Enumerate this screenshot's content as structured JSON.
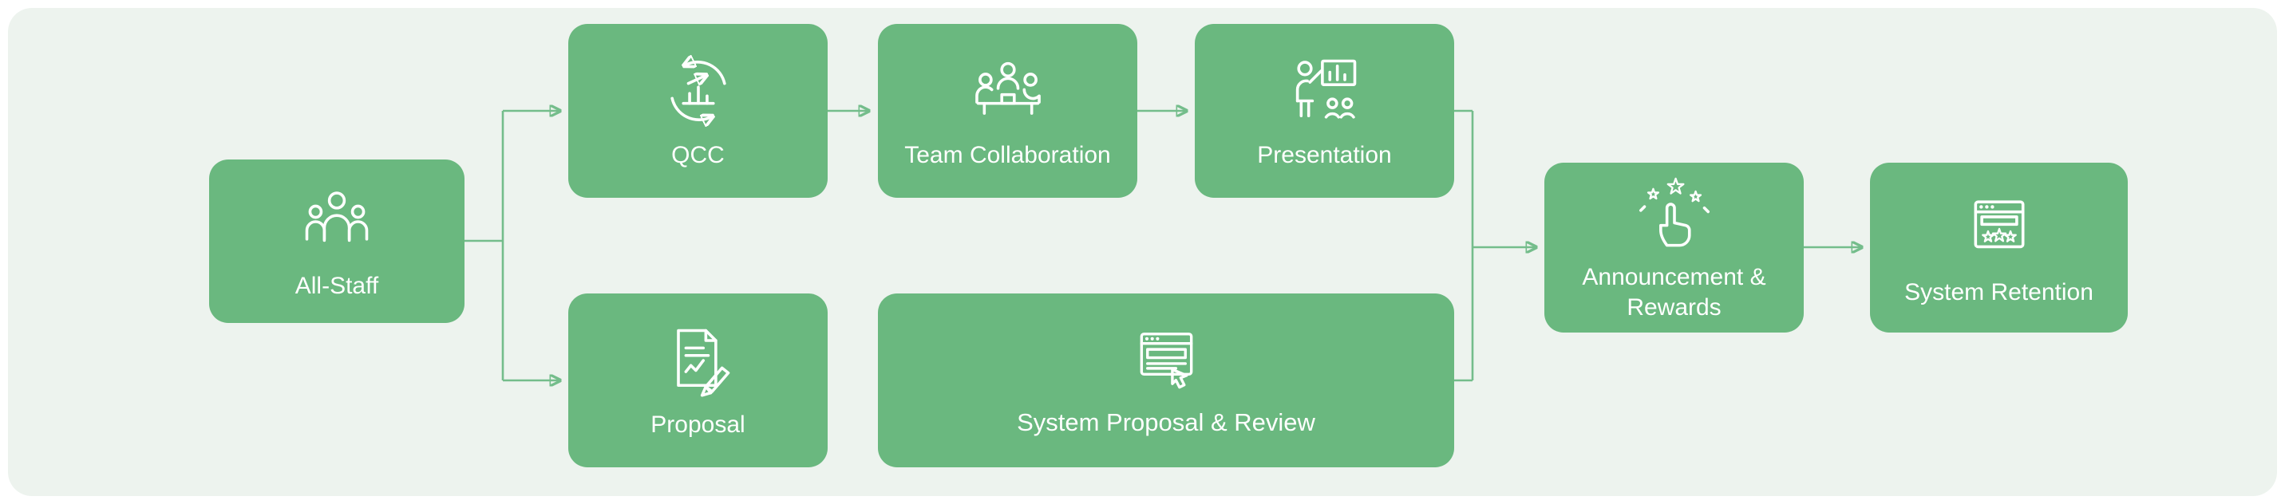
{
  "theme": {
    "canvas_bg": "#ffffff",
    "panel_bg": "#edf3ee",
    "node_color": "#6ab87f",
    "line_color": "#74bd8b",
    "text_color": "#ffffff"
  },
  "diagram": {
    "nodes": {
      "all_staff": {
        "label": "All-Staff",
        "icon": "people-group-icon"
      },
      "qcc": {
        "label": "QCC",
        "icon": "cycle-chart-icon"
      },
      "team_collab": {
        "label": "Team Collaboration",
        "icon": "meeting-table-icon"
      },
      "presentation": {
        "label": "Presentation",
        "icon": "presenter-board-icon"
      },
      "proposal": {
        "label": "Proposal",
        "icon": "document-pencil-icon"
      },
      "system_proposal_review": {
        "label": "System Proposal & Review",
        "icon": "browser-cursor-icon"
      },
      "announcement_rewards": {
        "label": "Announcement & Rewards",
        "icon": "hand-stars-icon"
      },
      "system_retention": {
        "label": "System Retention",
        "icon": "browser-stars-icon"
      }
    },
    "edges": [
      {
        "from": "All-Staff",
        "to": "QCC"
      },
      {
        "from": "All-Staff",
        "to": "Proposal"
      },
      {
        "from": "QCC",
        "to": "Team Collaboration"
      },
      {
        "from": "Team Collaboration",
        "to": "Presentation"
      },
      {
        "from": "Presentation",
        "to": "Announcement & Rewards"
      },
      {
        "from": "Proposal",
        "to": "System Proposal & Review"
      },
      {
        "from": "System Proposal & Review",
        "to": "Announcement & Rewards"
      },
      {
        "from": "Announcement & Rewards",
        "to": "System Retention"
      }
    ]
  }
}
